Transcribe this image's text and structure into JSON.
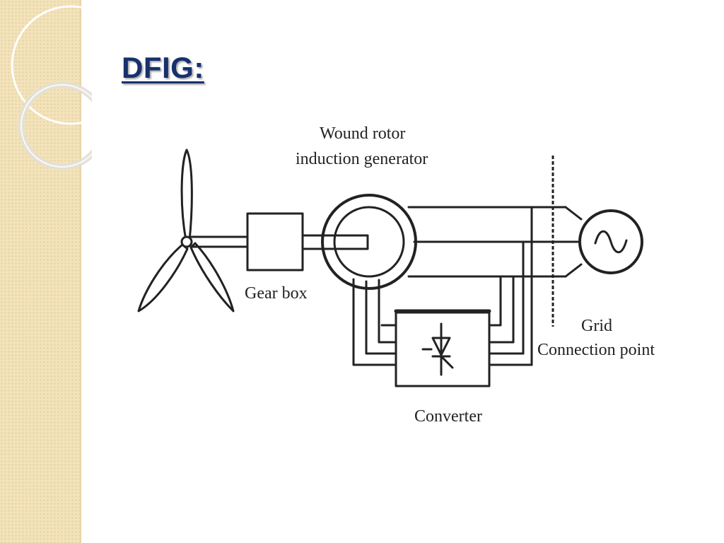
{
  "slide": {
    "title": "DFIG:"
  },
  "diagram": {
    "labels": {
      "generator_line1": "Wound rotor",
      "generator_line2": "induction generator",
      "gearbox": "Gear box",
      "grid_line1": "Grid",
      "grid_line2": "Connection point",
      "converter": "Converter"
    },
    "components": [
      "wind-turbine-rotor",
      "gear-box",
      "wound-rotor-induction-generator",
      "converter",
      "grid-connection-point",
      "grid-source"
    ]
  },
  "colors": {
    "title": "#17306e",
    "side_band": "#f3e3bb",
    "lines": "#222222"
  }
}
